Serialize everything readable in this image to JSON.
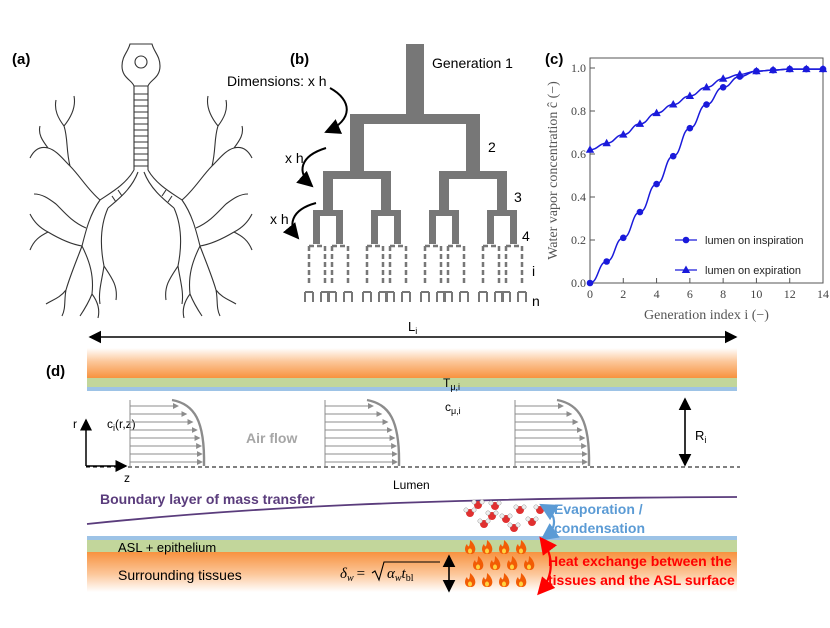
{
  "panel_labels": {
    "a": "(a)",
    "b": "(b)",
    "c": "(c)",
    "d": "(d)"
  },
  "panel_b": {
    "dimensions_label": "Dimensions: x h",
    "scale_label_1": "x h",
    "scale_label_2": "x h",
    "generations": [
      "Generation 1",
      "2",
      "3",
      "4",
      "i",
      "n"
    ]
  },
  "chart_data": {
    "type": "line",
    "xlabel": "Generation index i (−)",
    "ylabel": "Water vapor concentration ĉ (−)",
    "xlim": [
      0,
      14
    ],
    "ylim": [
      0,
      1.0
    ],
    "xticks": [
      "0",
      "2",
      "4",
      "6",
      "8",
      "10",
      "12",
      "14"
    ],
    "yticks": [
      "0.0",
      "0.2",
      "0.4",
      "0.6",
      "0.8",
      "1.0"
    ],
    "grid": false,
    "legend_position": "bottom-right",
    "color": "#1a1adb",
    "series": [
      {
        "name": "lumen on inspiration",
        "marker": "circle",
        "x": [
          0,
          1,
          2,
          3,
          4,
          5,
          6,
          7,
          8,
          9,
          10,
          11,
          12,
          13,
          14
        ],
        "y": [
          0.0,
          0.1,
          0.21,
          0.33,
          0.46,
          0.59,
          0.72,
          0.83,
          0.91,
          0.96,
          0.985,
          0.99,
          0.995,
          0.995,
          0.995
        ]
      },
      {
        "name": "lumen on expiration",
        "marker": "triangle",
        "x": [
          0,
          1,
          2,
          3,
          4,
          5,
          6,
          7,
          8,
          9,
          10,
          11,
          12,
          13,
          14
        ],
        "y": [
          0.62,
          0.65,
          0.69,
          0.74,
          0.79,
          0.83,
          0.87,
          0.91,
          0.95,
          0.97,
          0.985,
          0.99,
          0.995,
          0.995,
          0.995
        ]
      }
    ]
  },
  "panel_d": {
    "length_label": "L",
    "length_sub": "i",
    "wall_temp": "T",
    "wall_temp_sub": "μ,i",
    "wall_conc": "c",
    "wall_conc_sub": "μ,i",
    "axis_r": "r",
    "axis_z": "z",
    "conc_field": "c",
    "conc_field_sub": "i",
    "conc_field_args": "(r,z)",
    "air_flow": "Air flow",
    "radius": "R",
    "radius_sub": "i",
    "lumen": "Lumen",
    "boundary_layer": "Boundary layer of mass transfer",
    "evaporation": "Evaporation /",
    "condensation": "condensation",
    "asl": "ASL + epithelium",
    "tissues": "Surrounding tissues",
    "delta_w": "δ",
    "delta_w_sub": "w",
    "delta_w_eq": "=",
    "alpha": "α",
    "alpha_sub": "w",
    "t": "t",
    "t_sub": "bl",
    "heat_line1": "Heat exchange between the",
    "heat_line2": "tissues and the ASL surface",
    "colors": {
      "evaporation": "#5b9bd5",
      "heat": "#ff0000",
      "boundary": "#5a3c7c",
      "flow": "#8c8c8c"
    }
  }
}
